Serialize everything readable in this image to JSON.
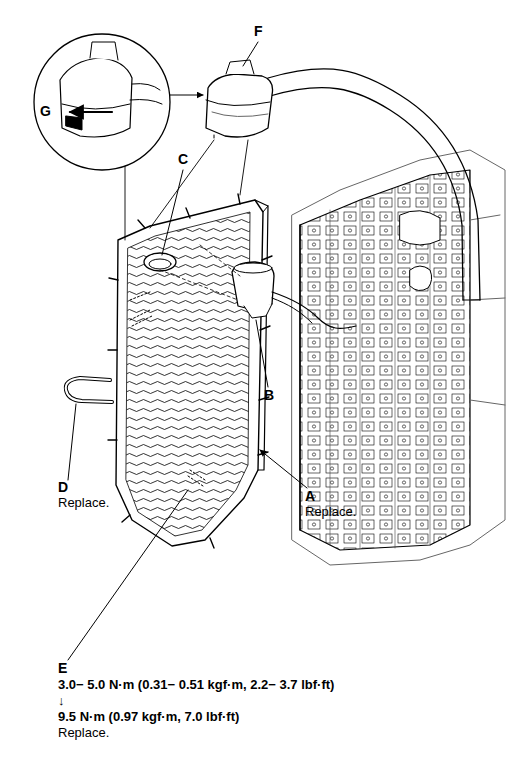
{
  "diagram": {
    "labels": [
      "F",
      "G",
      "C",
      "B",
      "D",
      "Replace.",
      "A",
      "Replace.",
      "E",
      "3.0− 5.0 N·m (0.31− 0.51 kgf·m, 2.2− 3.7 lbf·ft)",
      "↓",
      "9.5 N·m (0.97 kgf·m, 7.0 lbf·ft)",
      "Replace."
    ]
  }
}
